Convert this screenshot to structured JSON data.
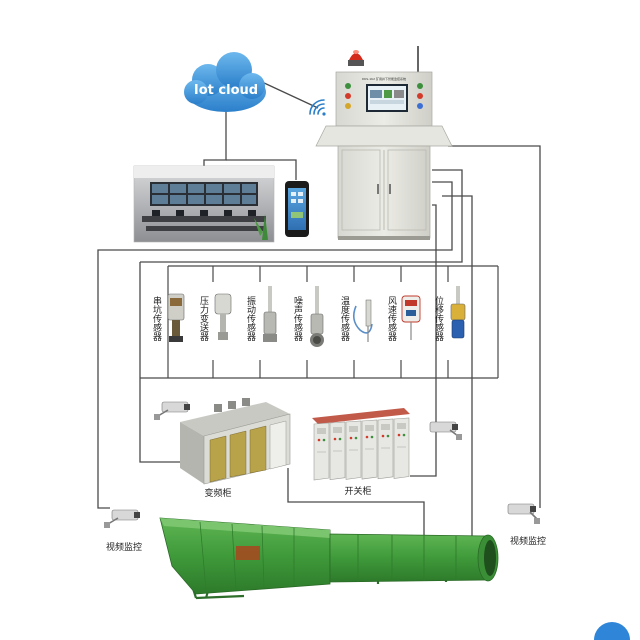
{
  "cloud": {
    "label": "Iot cloud",
    "color": "#3a8fd6"
  },
  "console": {
    "screen_title": "DKS-1K2 矿用井下智能监控系统",
    "alarm_color": "#d42a1c",
    "body_color": "#e2e2dc"
  },
  "sensors": [
    {
      "label": "串坑传感器",
      "icon": "pit-sensor-icon"
    },
    {
      "label": "压力变送器",
      "icon": "pressure-transmitter-icon"
    },
    {
      "label": "振动传感器",
      "icon": "vibration-sensor-icon"
    },
    {
      "label": "噪声传感器",
      "icon": "noise-sensor-icon"
    },
    {
      "label": "温度传感器",
      "icon": "temperature-sensor-icon"
    },
    {
      "label": "风速传感器",
      "icon": "wind-speed-sensor-icon"
    },
    {
      "label": "位移传感器",
      "icon": "displacement-sensor-icon"
    }
  ],
  "cabinets": {
    "vfd_label": "变频柜",
    "switch_label": "开关柜"
  },
  "cameras": {
    "left_label": "视频监控",
    "right_label": "视频监控"
  },
  "fan": {
    "color": "#3f9a3a"
  },
  "line_color": "#4a4a4a"
}
